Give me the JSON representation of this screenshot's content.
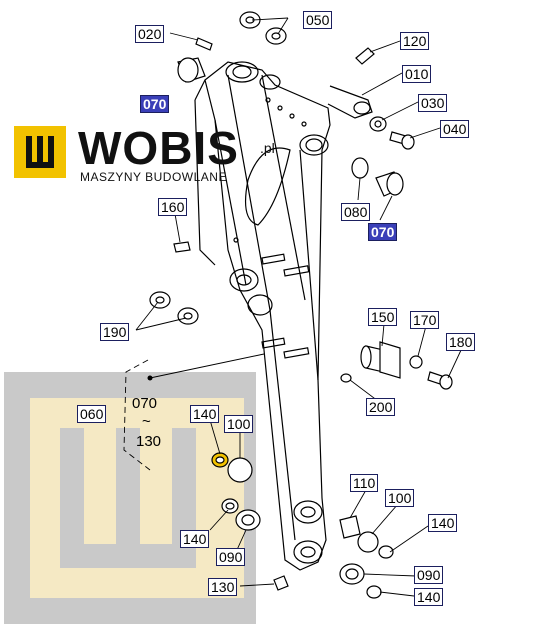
{
  "brand": {
    "name": "WOBIS",
    "suffix": ".pl",
    "tagline": "MASZYNY BUDOWLANE",
    "color": "#f2c200"
  },
  "labels": {
    "p020": "020",
    "p050": "050",
    "p120": "120",
    "p010": "010",
    "p070a": "070",
    "p030": "030",
    "p040": "040",
    "p080": "080",
    "p070b": "070",
    "p160": "160",
    "p190": "190",
    "p150": "150",
    "p170": "170",
    "p180": "180",
    "p200": "200",
    "p060": "060",
    "range_top": "070",
    "range_tilde": "~",
    "range_bottom": "130",
    "p140a": "140",
    "p100a": "100",
    "p140b": "140",
    "p090a": "090",
    "p110": "110",
    "p100b": "100",
    "p140c": "140",
    "p090b": "090",
    "p130": "130",
    "p140d": "140"
  },
  "colors": {
    "label_border": "#1b1f5e",
    "label_highlight": "#3a3fb8",
    "watermark_gray": "#c9c9c9",
    "watermark_cream": "#f5e9c4"
  }
}
